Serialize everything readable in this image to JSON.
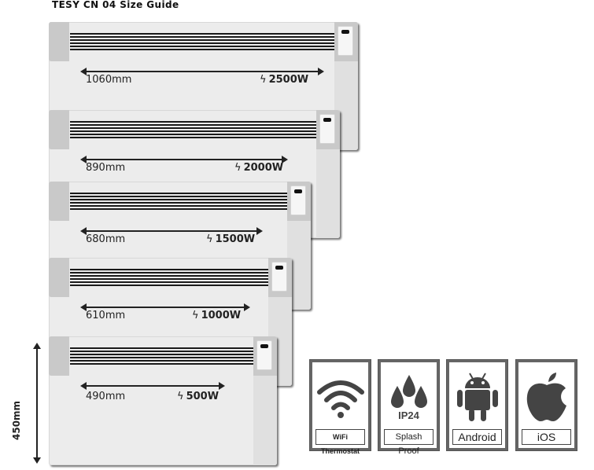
{
  "title": "TESY CN 04 Size Guide",
  "height_label": "450mm",
  "heaters": [
    {
      "width": "1060mm",
      "power": "2500W"
    },
    {
      "width": "890mm",
      "power": "2000W"
    },
    {
      "width": "680mm",
      "power": "1500W"
    },
    {
      "width": "610mm",
      "power": "1000W"
    },
    {
      "width": "490mm",
      "power": "500W"
    }
  ],
  "features": [
    {
      "label": "WiFi Thermostat",
      "icon": "wifi-icon"
    },
    {
      "label": "Splash Proof",
      "icon": "water-drops-icon",
      "badge": "IP24"
    },
    {
      "label": "Android",
      "icon": "android-icon"
    },
    {
      "label": "iOS",
      "icon": "apple-icon"
    }
  ],
  "colors": {
    "icon": "#444444",
    "frame": "#666666",
    "grille": "#1a1a1a"
  }
}
